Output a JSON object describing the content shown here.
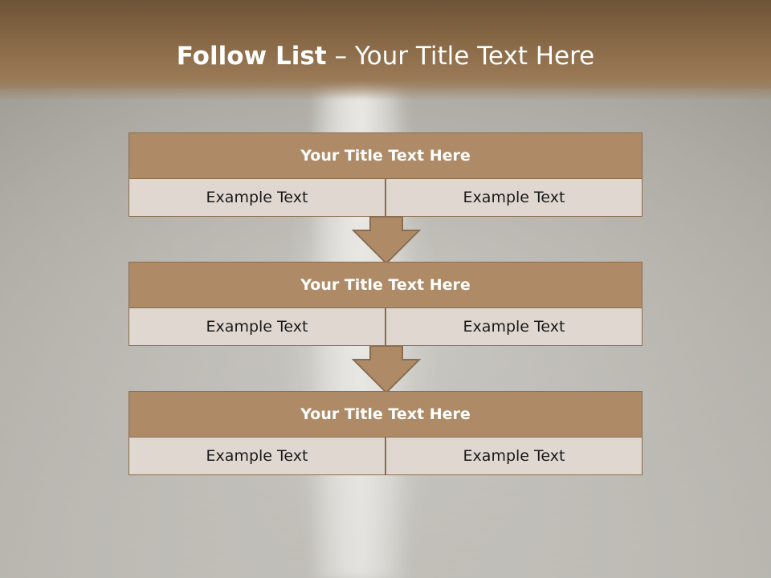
{
  "slide": {
    "title_bold": "Follow List",
    "title_rest": " – Your Title Text Here"
  },
  "blocks": [
    {
      "title": "Your Title Text Here",
      "left_text": "Example Text",
      "right_text": "Example Text"
    },
    {
      "title": "Your Title Text Here",
      "left_text": "Example Text",
      "right_text": "Example Text"
    },
    {
      "title": "Your Title Text Here",
      "left_text": "Example Text",
      "right_text": "Example Text"
    }
  ],
  "colors": {
    "header": "#8a6a47",
    "block_title_fill": "#ae8b66",
    "cell_fill": "#e0d8d0",
    "border": "#8a6d4f"
  }
}
